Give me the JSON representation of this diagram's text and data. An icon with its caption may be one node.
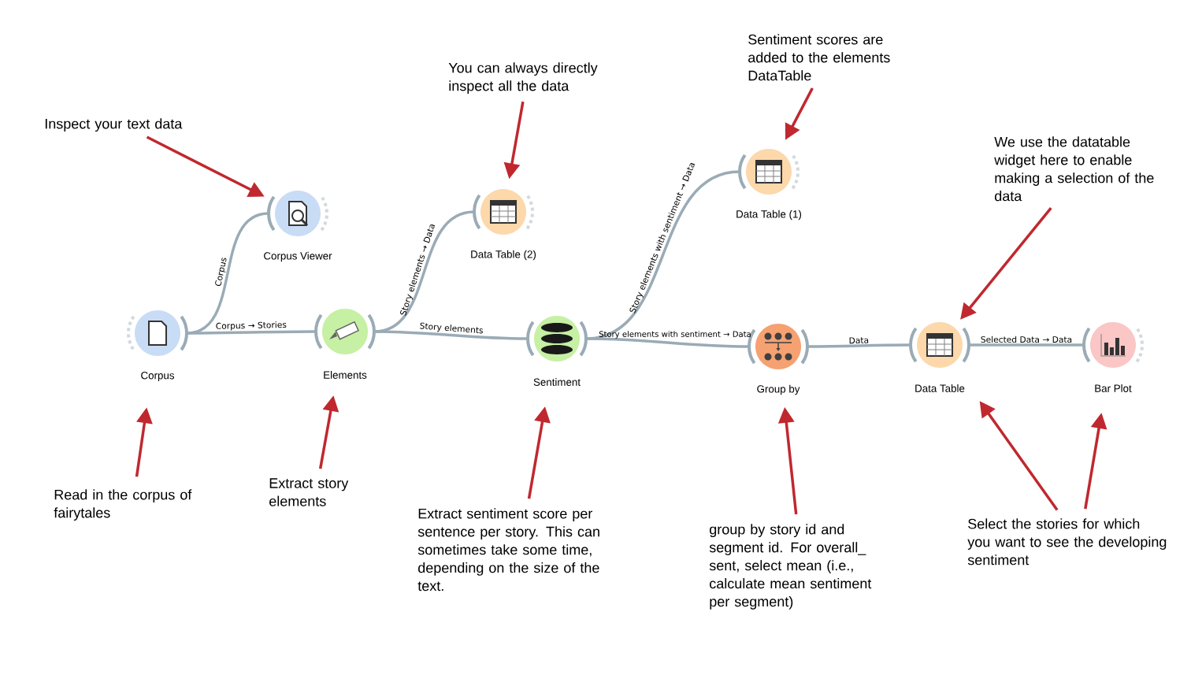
{
  "diagram": {
    "nodes": [
      {
        "text": [
          "Corpus"
        ]
      },
      {
        "text": [
          "Corpus Viewer"
        ]
      },
      {
        "text": [
          "Elements"
        ]
      },
      {
        "text": [
          "Data Table (2)"
        ]
      },
      {
        "text": [
          "Sentiment"
        ]
      },
      {
        "text": [
          "Data Table (1)"
        ]
      },
      {
        "text": [
          "Group by"
        ]
      },
      {
        "text": [
          "Data Table"
        ]
      },
      {
        "text": [
          "Bar Plot"
        ]
      },
      {
        "text": [
          "Inspect your text data"
        ]
      },
      {
        "text": [
          "You can always directly inspect all the data"
        ]
      },
      {
        "text": [
          "Sentiment scores are added to the elements DataTable"
        ]
      },
      {
        "text": [
          "We  use the datatable widget here to enable making a selection of the data"
        ]
      },
      {
        "text": [
          "Read in the corpus of fairytales"
        ]
      },
      {
        "text": [
          "Extract story elements"
        ]
      },
      {
        "text": [
          "Extract sentiment score per sentence per story. This can sometimes take some time, depending on the size of the text."
        ]
      },
      {
        "text": [
          "group by story id and segment id. For overall_ sent, select mean (i.e., calculate mean sentiment per segment)"
        ]
      },
      {
        "text": [
          "Select the stories for which you want to see the developing sentiment"
        ]
      }
    ],
    "edges": [
      {
        "from": 0,
        "to": 1,
        "arrow": "none",
        "label": "Corpus",
        "color": "#9aabb6"
      },
      {
        "from": 0,
        "to": 2,
        "arrow": "none",
        "label": "Corpus → Stories",
        "color": "#9aabb6"
      },
      {
        "from": 2,
        "to": 3,
        "arrow": "none",
        "label": "Story elements → Data",
        "color": "#9aabb6"
      },
      {
        "from": 2,
        "to": 4,
        "arrow": "none",
        "label": "Story elements",
        "color": "#9aabb6"
      },
      {
        "from": 4,
        "to": 5,
        "arrow": "none",
        "label": "Story elements with sentiment → Data",
        "color": "#9aabb6"
      },
      {
        "from": 4,
        "to": 6,
        "arrow": "none",
        "label": "Story elements with sentiment → Data",
        "color": "#9aabb6"
      },
      {
        "from": 6,
        "to": 7,
        "arrow": "none",
        "label": "Data",
        "color": "#9aabb6"
      },
      {
        "from": 7,
        "to": 8,
        "arrow": "none",
        "label": "Selected Data → Data",
        "color": "#9aabb6"
      },
      {
        "from": 9,
        "to": 1,
        "arrow": "to"
      },
      {
        "from": 10,
        "to": 3,
        "arrow": "to"
      },
      {
        "from": 11,
        "to": 5,
        "arrow": "to"
      },
      {
        "from": 12,
        "to": 7,
        "arrow": "to"
      },
      {
        "from": 13,
        "to": 0,
        "arrow": "to"
      },
      {
        "from": 14,
        "to": 2,
        "arrow": "to"
      },
      {
        "from": 15,
        "to": 4,
        "arrow": "to"
      },
      {
        "from": 16,
        "to": 6,
        "arrow": "to"
      },
      {
        "from": 17,
        "to": 7,
        "arrow": "to"
      },
      {
        "from": 17,
        "to": 8,
        "arrow": "to"
      }
    ]
  }
}
